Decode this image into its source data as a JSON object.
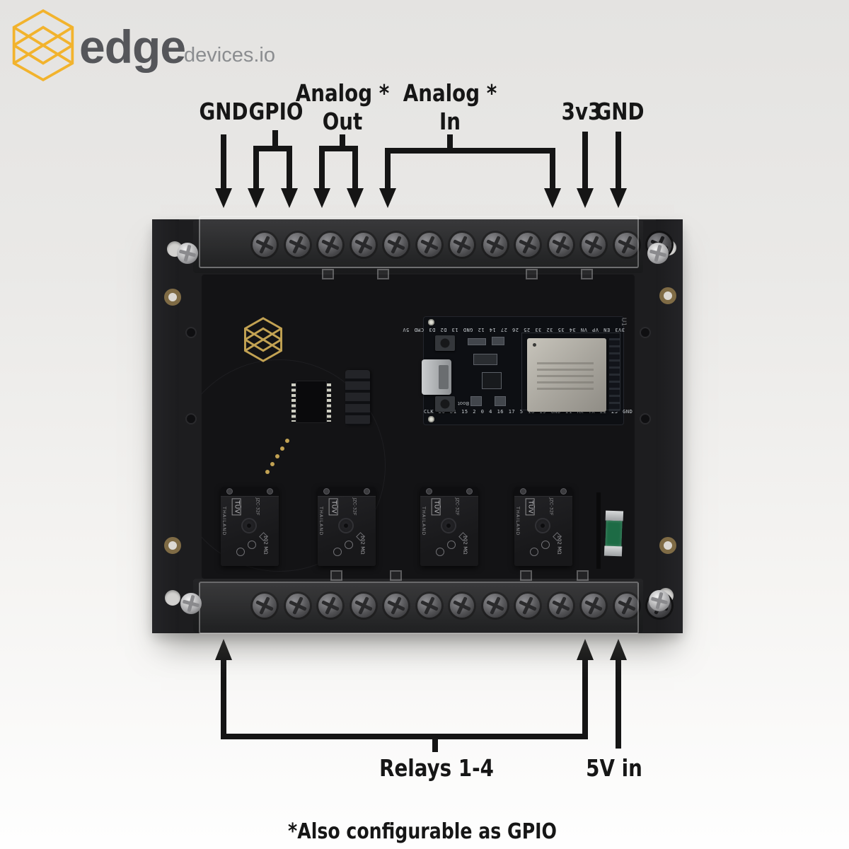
{
  "brand": {
    "name": "edge",
    "suffix": "devices.io",
    "logo_color": "#F2B32D",
    "pcb_logo_color": "#C2A253",
    "name_color": "#55565A",
    "suffix_color": "#8B8D90"
  },
  "annotations": {
    "arrow_color": "#151515",
    "top_labels": [
      {
        "text": "GND"
      },
      {
        "text": "GPIO"
      },
      {
        "line1": "Analog *",
        "line2": "Out"
      },
      {
        "line1": "Analog *",
        "line2": "In"
      },
      {
        "text": "3v3"
      },
      {
        "text": "GND"
      }
    ],
    "bottom_labels": [
      {
        "text": "Relays 1-4"
      },
      {
        "text": "5V in"
      }
    ],
    "footnote": "*Also configurable as GPIO"
  },
  "device": {
    "terminals": {
      "top_count": 13,
      "bottom_count": 13
    },
    "esp32": {
      "pin_count": 19,
      "top_pin_labels": "3V3 EN VP VN 34 35 32 33 25 26 27 14 12 GND 13 D2 D3 CMD 5V",
      "bottom_pin_labels": "CLK D0 D1 15 2 0 4 16 17 5 18 19 GND 21 RX TX 22 23 GND",
      "boot_label": "Boot",
      "ref_designator": "U1"
    },
    "relays": [
      {
        "cert": "TÜV",
        "origin": "THAILAND",
        "model": "JZC-32F",
        "marking": "102 MΩ"
      },
      {
        "cert": "TÜV",
        "origin": "THAILAND",
        "model": "JZC-32F",
        "marking": "102 MΩ"
      },
      {
        "cert": "TÜV",
        "origin": "THAILAND",
        "model": "JZC-32F",
        "marking": "102 MΩ"
      },
      {
        "cert": "TÜV",
        "origin": "THAILAND",
        "model": "JZC-32F",
        "marking": "102 MΩ"
      }
    ]
  }
}
